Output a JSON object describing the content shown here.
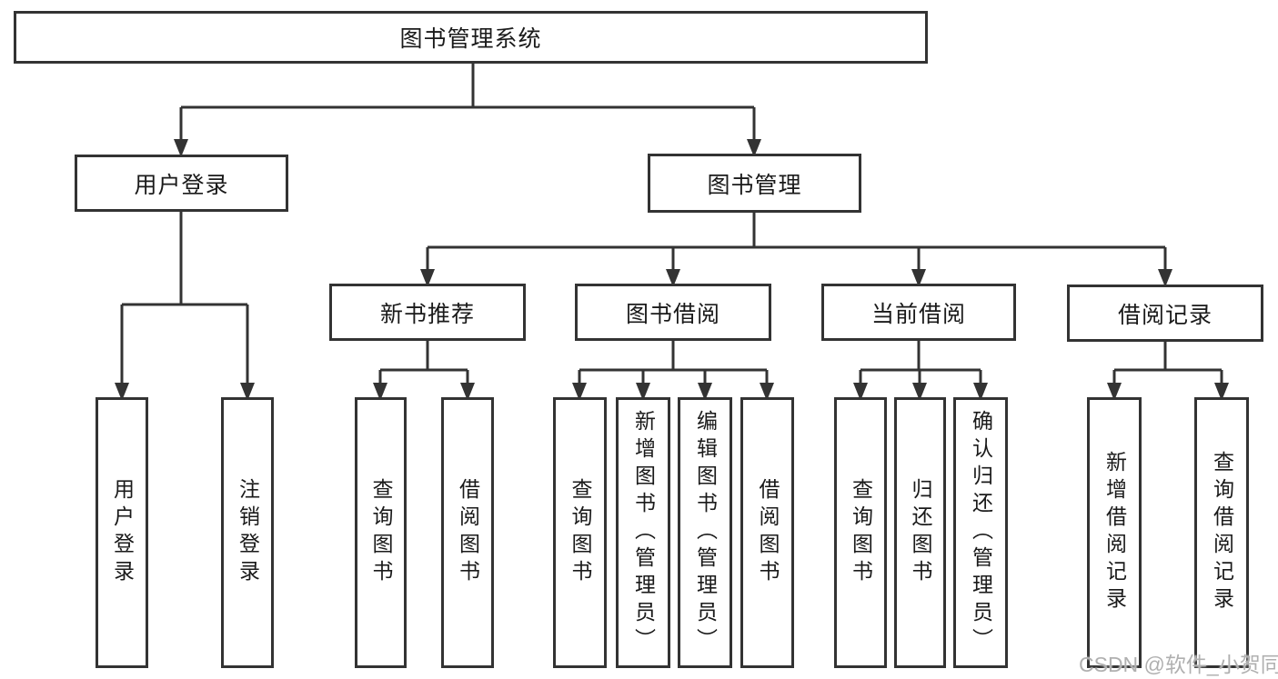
{
  "diagram": {
    "root": {
      "label": "图书管理系统"
    },
    "level2": [
      {
        "label": "用户登录"
      },
      {
        "label": "图书管理"
      }
    ],
    "level3": [
      {
        "label": "新书推荐"
      },
      {
        "label": "图书借阅"
      },
      {
        "label": "当前借阅"
      },
      {
        "label": "借阅记录"
      }
    ],
    "leaves": {
      "user_login": [
        {
          "label": "用户登录"
        },
        {
          "label": "注销登录"
        }
      ],
      "new_book": [
        {
          "label": "查询图书"
        },
        {
          "label": "借阅图书"
        }
      ],
      "book_borrow": [
        {
          "label": "查询图书"
        },
        {
          "label": "新增图书（管理员）"
        },
        {
          "label": "编辑图书（管理员）"
        },
        {
          "label": "借阅图书"
        }
      ],
      "current_borrow": [
        {
          "label": "查询图书"
        },
        {
          "label": "归还图书"
        },
        {
          "label": "确认归还（管理员）"
        }
      ],
      "borrow_record": [
        {
          "label": "新增借阅记录"
        },
        {
          "label": "查询借阅记录"
        }
      ]
    },
    "watermark": "CSDN @软件_小贺同学",
    "colors": {
      "line": "#333333",
      "text": "#1a1a1a",
      "box_bg": "#ffffff",
      "watermark_text": "#b0b0b0"
    }
  }
}
